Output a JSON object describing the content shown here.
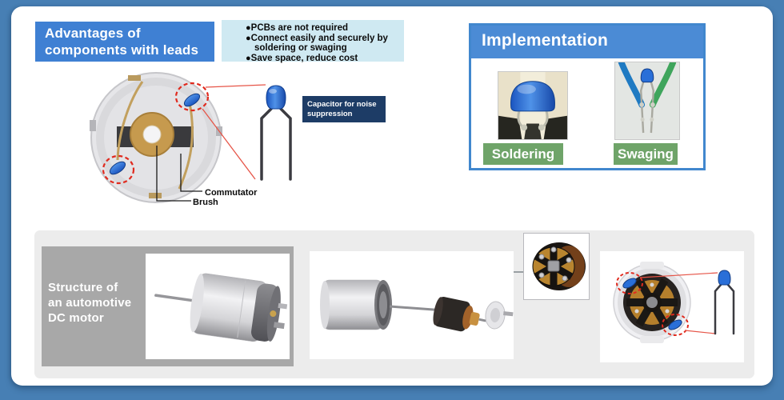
{
  "colors": {
    "frame_blue": "#477fb4",
    "header_blue": "#3f80d3",
    "implementation_blue": "#4b8bd5",
    "bullet_box_blue": "#cfe9f2",
    "capacitor_label_navy": "#1d3c66",
    "method_label_green": "#6fa469",
    "panel_gray": "#ececec",
    "structure_box_gray": "#a8a8a8",
    "highlight_red": "#e02a1e"
  },
  "advantages": {
    "title": "Advantages of components with leads",
    "title_lines": [
      "Advantages of",
      "components with leads"
    ],
    "bullet_glyph": "●",
    "bullets": [
      "PCBs are not required",
      "Connect easily and securely by soldering or swaging",
      "Save space, reduce cost"
    ]
  },
  "diagram": {
    "capacitor_label": "Capacitor for noise suppression",
    "commutator_label": "Commutator",
    "brush_label": "Brush"
  },
  "implementation": {
    "title": "Implementation",
    "methods": [
      {
        "label": "Soldering"
      },
      {
        "label": "Swaging"
      }
    ]
  },
  "structure": {
    "title": "Structure of an automotive DC motor",
    "title_lines": [
      "Structure of",
      "an automotive",
      "DC motor"
    ]
  }
}
